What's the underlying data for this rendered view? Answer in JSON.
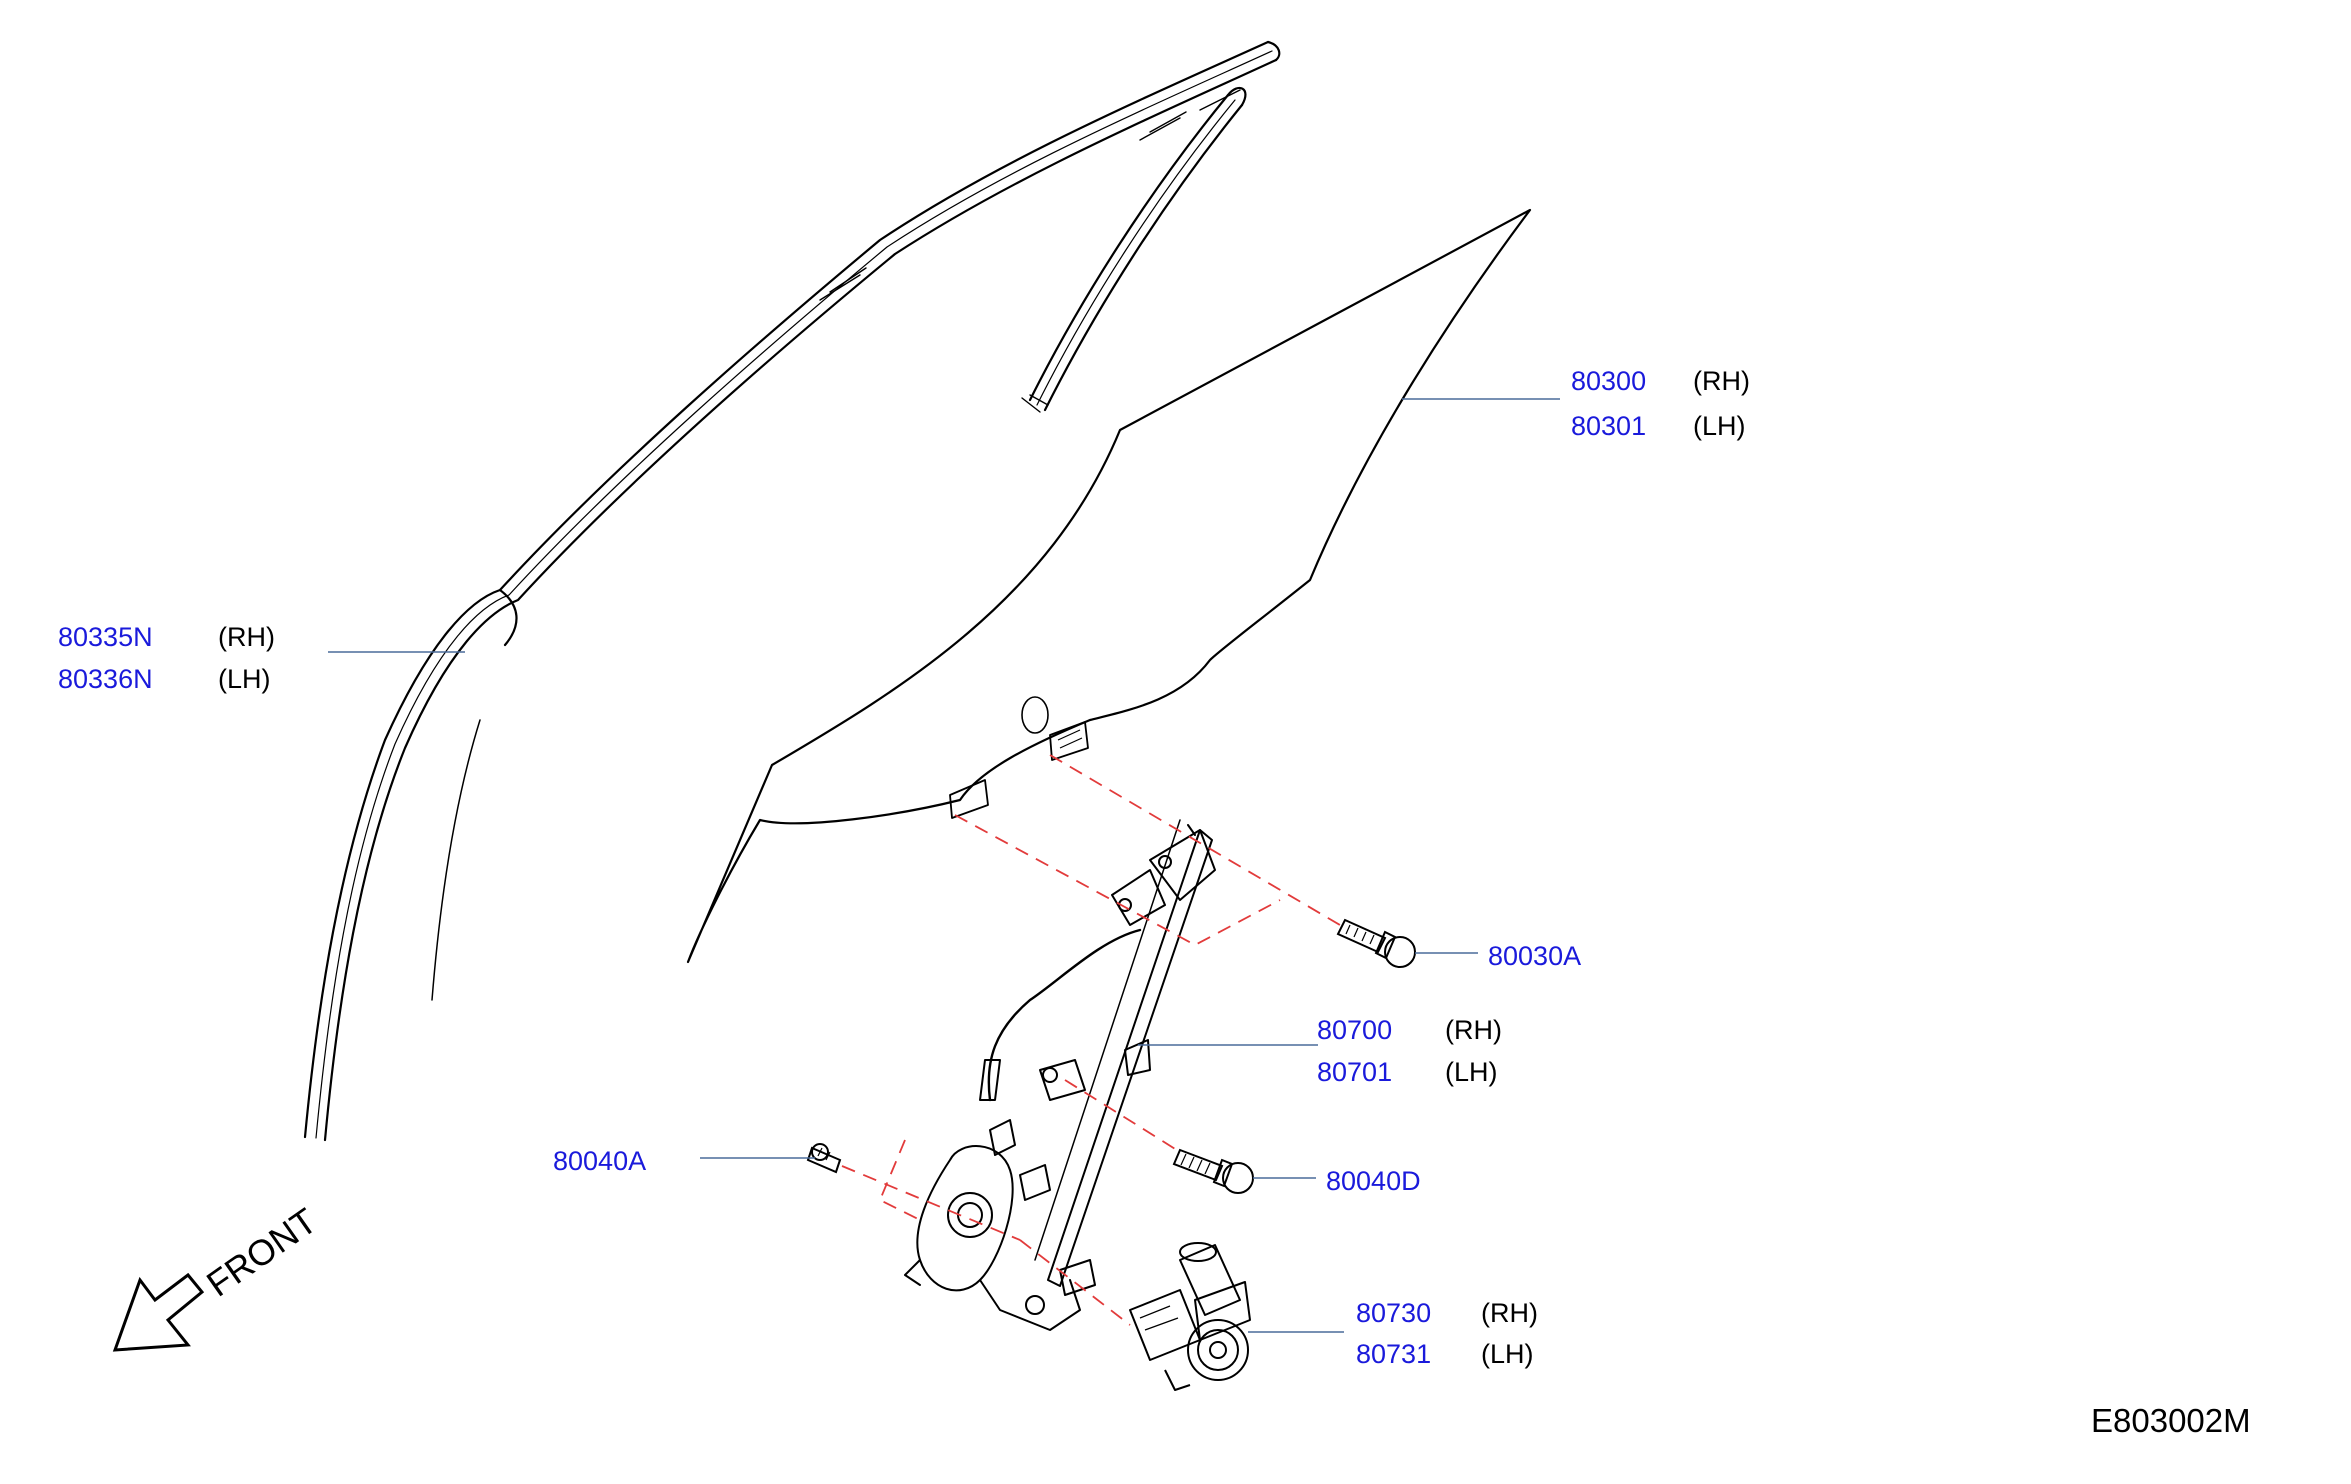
{
  "colors": {
    "part_number": "#1a1adb",
    "leader_line": "#4a6b9a",
    "dashed_line": "#e23b3b",
    "outline": "#000000"
  },
  "callouts": {
    "glass": {
      "rh_part": "80300",
      "rh_side": "(RH)",
      "lh_part": "80301",
      "lh_side": "(LH)"
    },
    "sash": {
      "rh_part": "80335N",
      "rh_side": "(RH)",
      "lh_part": "80336N",
      "lh_side": "(LH)"
    },
    "bolt_glass": {
      "part": "80030A"
    },
    "regulator": {
      "rh_part": "80700",
      "rh_side": "(RH)",
      "lh_part": "80701",
      "lh_side": "(LH)"
    },
    "bolt_left": {
      "part": "80040A"
    },
    "bolt_right": {
      "part": "80040D"
    },
    "motor": {
      "rh_part": "80730",
      "rh_side": "(RH)",
      "lh_part": "80731",
      "lh_side": "(LH)"
    }
  },
  "front_indicator": {
    "label": "FRONT"
  },
  "diagram_code": "E803002M"
}
